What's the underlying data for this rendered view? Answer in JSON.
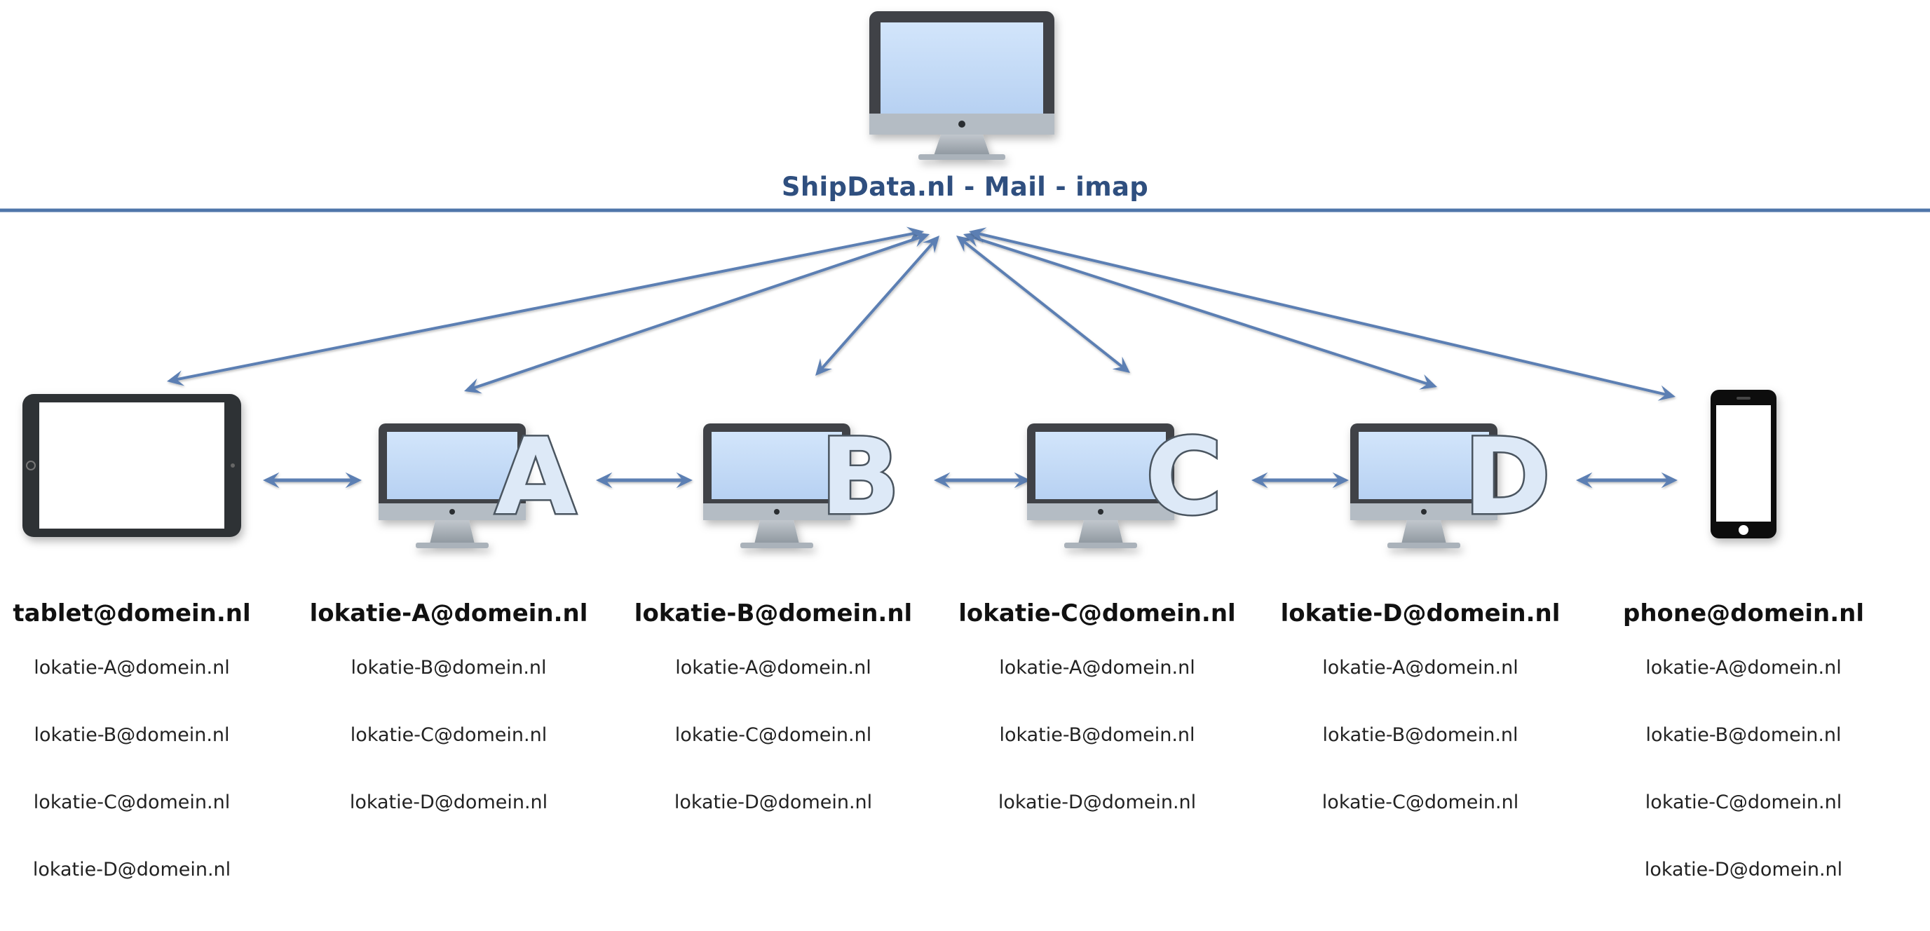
{
  "server": {
    "label": "ShipData.nl - Mail - imap",
    "icon": "desktop-computer-icon"
  },
  "colors": {
    "line": "#5b7fb3",
    "label": "#2f4f7f",
    "screen": "#c5dcf7",
    "bezel": "#3f4347",
    "stand": "#9aa3ab"
  },
  "devices": [
    {
      "id": "tablet",
      "icon": "tablet-icon",
      "letter": "",
      "owner": "tablet@domein.nl",
      "shared": [
        "lokatie-A@domein.nl",
        "lokatie-B@domein.nl",
        "lokatie-C@domein.nl",
        "lokatie-D@domein.nl"
      ]
    },
    {
      "id": "lokatie-a",
      "icon": "desktop-computer-icon",
      "letter": "A",
      "owner": "lokatie-A@domein.nl",
      "shared": [
        "lokatie-B@domein.nl",
        "lokatie-C@domein.nl",
        "lokatie-D@domein.nl"
      ]
    },
    {
      "id": "lokatie-b",
      "icon": "desktop-computer-icon",
      "letter": "B",
      "owner": "lokatie-B@domein.nl",
      "shared": [
        "lokatie-A@domein.nl",
        "lokatie-C@domein.nl",
        "lokatie-D@domein.nl"
      ]
    },
    {
      "id": "lokatie-c",
      "icon": "desktop-computer-icon",
      "letter": "C",
      "owner": "lokatie-C@domein.nl",
      "shared": [
        "lokatie-A@domein.nl",
        "lokatie-B@domein.nl",
        "lokatie-D@domein.nl"
      ]
    },
    {
      "id": "lokatie-d",
      "icon": "desktop-computer-icon",
      "letter": "D",
      "owner": "lokatie-D@domein.nl",
      "shared": [
        "lokatie-A@domein.nl",
        "lokatie-B@domein.nl",
        "lokatie-C@domein.nl"
      ]
    },
    {
      "id": "phone",
      "icon": "smartphone-icon",
      "letter": "",
      "owner": "phone@domein.nl",
      "shared": [
        "lokatie-A@domein.nl",
        "lokatie-B@domein.nl",
        "lokatie-C@domein.nl",
        "lokatie-D@domein.nl"
      ]
    }
  ]
}
